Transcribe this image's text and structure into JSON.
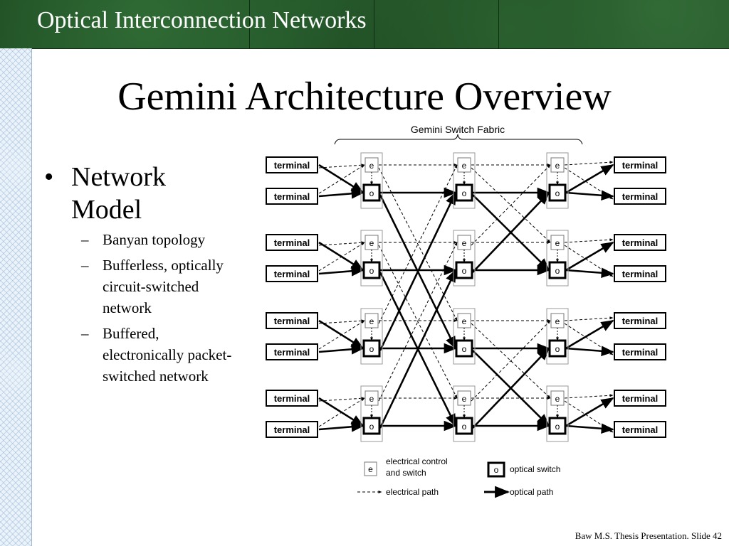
{
  "header": {
    "title": "Optical Interconnection Networks"
  },
  "slide": {
    "title": "Gemini Architecture Overview",
    "bullet": "Network Model",
    "bullet_marker": "•",
    "subbullets": [
      "Banyan topology",
      "Bufferless, optically circuit-switched network",
      "Buffered, electronically packet-switched network"
    ],
    "sub_marker": "–"
  },
  "diagram": {
    "fabric_label": "Gemini Switch Fabric",
    "terminal_label": "terminal",
    "e_label": "e",
    "o_label": "o",
    "legend": {
      "electrical_control_line1": "electrical control",
      "electrical_control_line2": "and switch",
      "optical_switch": "optical switch",
      "electrical_path": "electrical path",
      "optical_path": "optical path"
    }
  },
  "footer": {
    "text": "Baw M.S. Thesis Presentation. Slide 42"
  }
}
